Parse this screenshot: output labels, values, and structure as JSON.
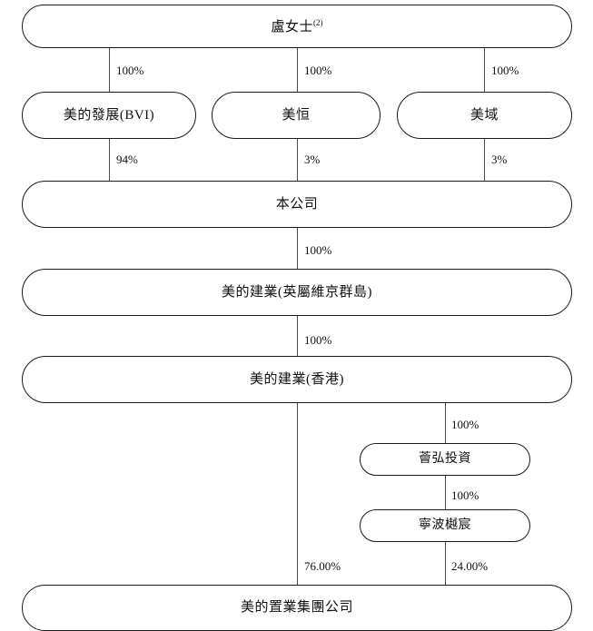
{
  "diagram": {
    "type": "org-ownership-chart",
    "language": "zh-Hant",
    "nodes": [
      {
        "id": "n1",
        "label": "盧女士",
        "superscript": "(2)"
      },
      {
        "id": "n2",
        "label": "美的發展(BVI)"
      },
      {
        "id": "n3",
        "label": "美恒"
      },
      {
        "id": "n4",
        "label": "美域"
      },
      {
        "id": "n5",
        "label": "本公司"
      },
      {
        "id": "n6",
        "label": "美的建業(英屬維京群島)"
      },
      {
        "id": "n7",
        "label": "美的建業(香港)"
      },
      {
        "id": "n8",
        "label": "薈弘投資"
      },
      {
        "id": "n9",
        "label": "寧波樾宸"
      },
      {
        "id": "n10",
        "label": "美的置業集團公司"
      }
    ],
    "edges": [
      {
        "id": "e1",
        "from": "n1",
        "to": "n2",
        "percent": "100%"
      },
      {
        "id": "e2",
        "from": "n1",
        "to": "n3",
        "percent": "100%"
      },
      {
        "id": "e3",
        "from": "n1",
        "to": "n4",
        "percent": "100%"
      },
      {
        "id": "e4",
        "from": "n2",
        "to": "n5",
        "percent": "94%"
      },
      {
        "id": "e5",
        "from": "n3",
        "to": "n5",
        "percent": "3%"
      },
      {
        "id": "e6",
        "from": "n4",
        "to": "n5",
        "percent": "3%"
      },
      {
        "id": "e7",
        "from": "n5",
        "to": "n6",
        "percent": "100%"
      },
      {
        "id": "e8",
        "from": "n6",
        "to": "n7",
        "percent": "100%"
      },
      {
        "id": "e9",
        "from": "n7",
        "to": "n8",
        "percent": "100%"
      },
      {
        "id": "e10",
        "from": "n8",
        "to": "n9",
        "percent": "100%"
      },
      {
        "id": "e11",
        "from": "n7",
        "to": "n10",
        "percent": "76.00%"
      },
      {
        "id": "e12",
        "from": "n9",
        "to": "n10",
        "percent": "24.00%"
      }
    ],
    "colors": {
      "box_border": "#1a1a1a",
      "line": "#4a4a4a",
      "text": "#111111",
      "background": "#ffffff"
    }
  }
}
